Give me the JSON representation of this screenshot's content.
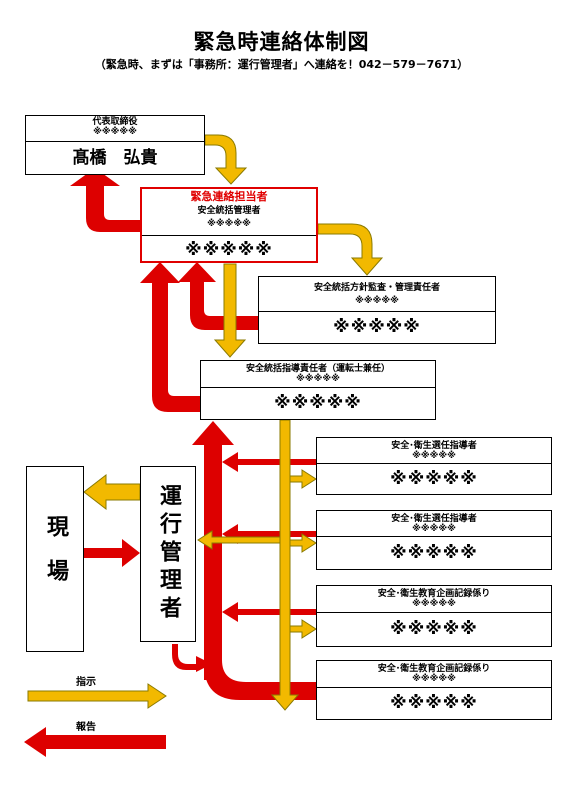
{
  "title": "緊急時連絡体制図",
  "subtitle": "（緊急時、まずは「事務所：運行管理者」へ連絡を！042－579－7671）",
  "boxes": {
    "rep": {
      "role": "代表取締役",
      "code": "※※※※※",
      "name": "髙橋　弘貴"
    },
    "emergency": {
      "heading": "緊急連絡担当者",
      "role": "安全統括管理者",
      "code": "※※※※※",
      "name": "※※※※※"
    },
    "policy": {
      "role": "安全統括方針監査・管理責任者",
      "code": "※※※※※",
      "name": "※※※※※"
    },
    "guide": {
      "role": "安全統括指導責任者（運転士兼任）",
      "code": "※※※※※",
      "name": "※※※※※"
    },
    "r1": {
      "role": "安全･衛生選任指導者",
      "code": "※※※※※",
      "name": "※※※※※"
    },
    "r2": {
      "role": "安全･衛生選任指導者",
      "code": "※※※※※",
      "name": "※※※※※"
    },
    "r3": {
      "role": "安全･衛生教育企画記録係り",
      "code": "※※※※※",
      "name": "※※※※※"
    },
    "r4": {
      "role": "安全･衛生教育企画記録係り",
      "code": "※※※※※",
      "name": "※※※※※"
    },
    "site": {
      "name": "現場"
    },
    "operator": {
      "name": "運行管理者"
    }
  },
  "legend": {
    "instruct": "指示",
    "report": "報告"
  },
  "colors": {
    "instruct_fill": "#f2b900",
    "instruct_stroke": "#8a7a00",
    "report": "#dd0000"
  }
}
